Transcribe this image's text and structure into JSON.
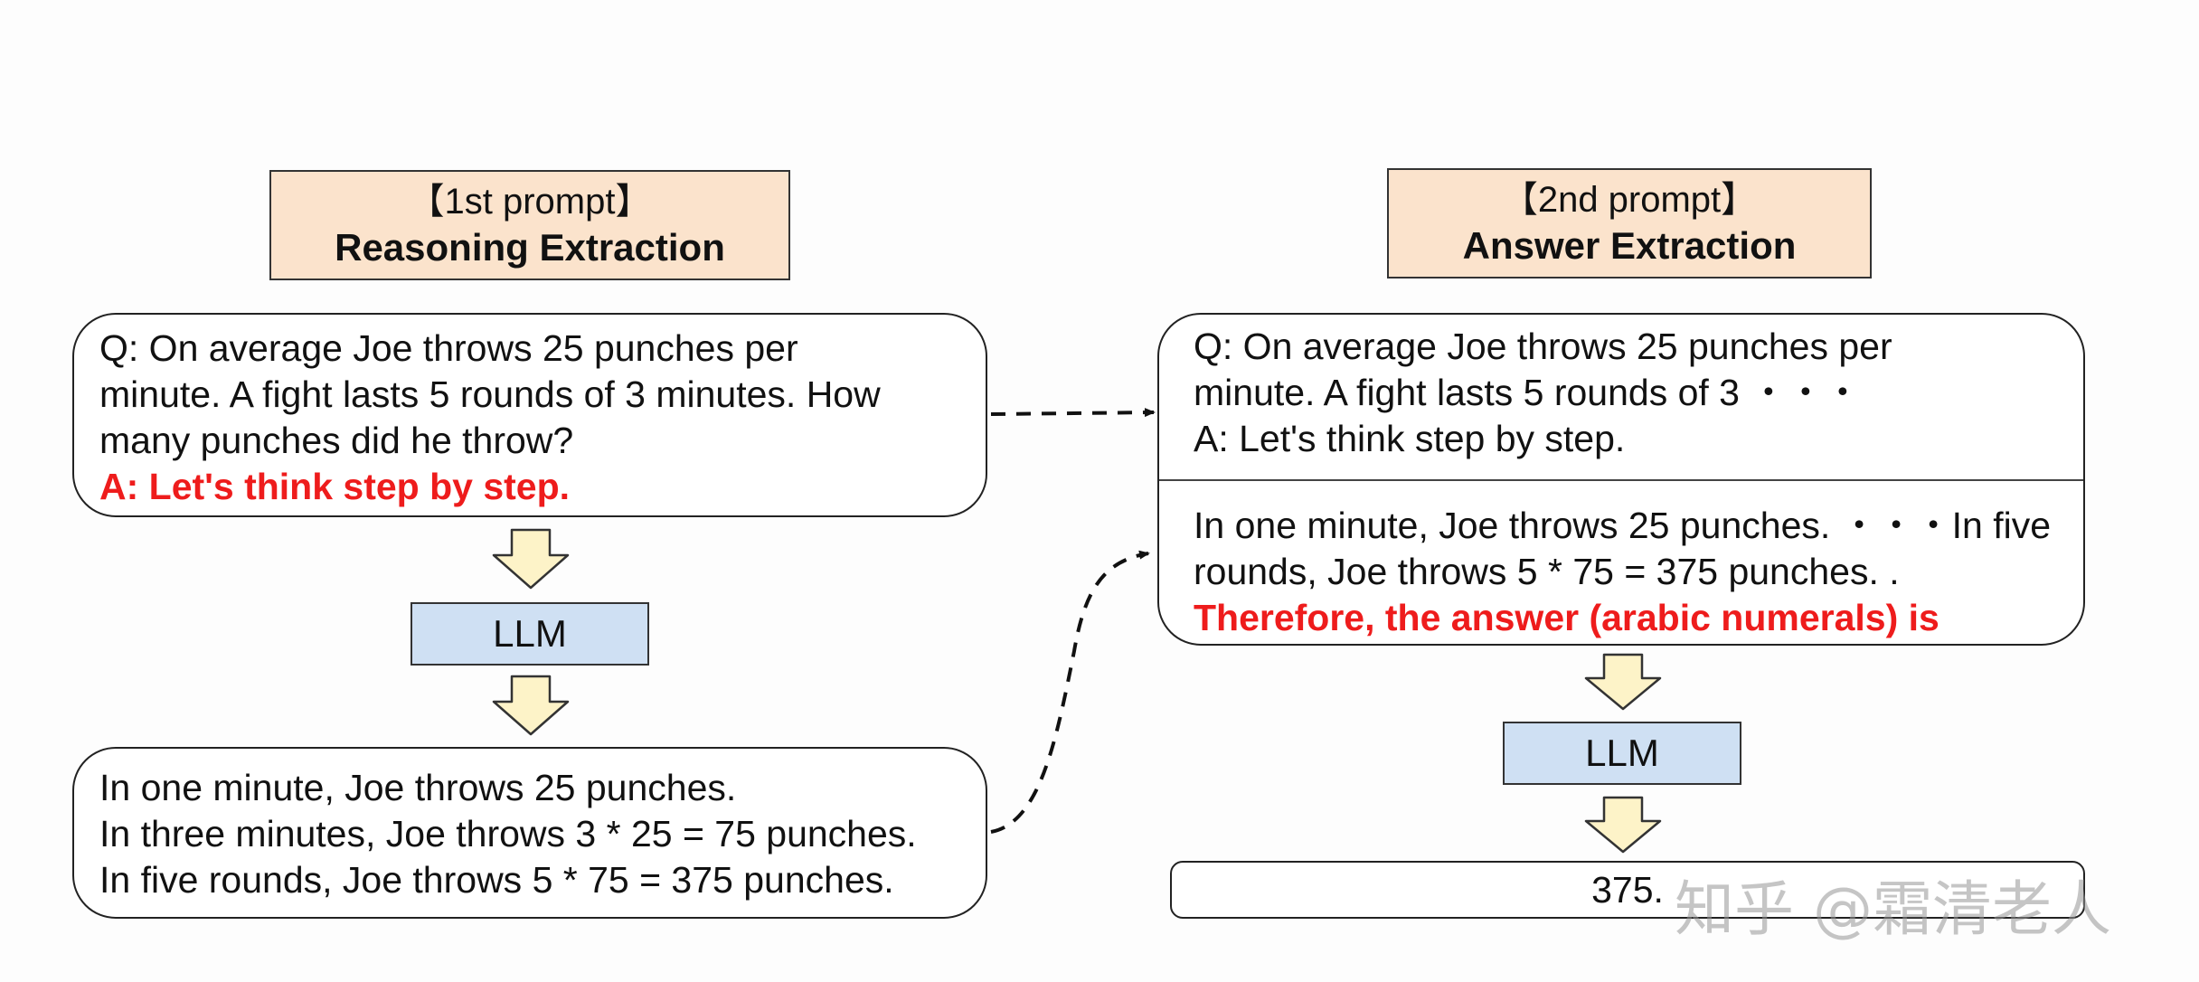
{
  "left": {
    "header": {
      "sub": "【1st prompt】",
      "main": "Reasoning Extraction"
    },
    "question_lines": [
      "Q: On average Joe throws 25 punches per",
      "minute.  A fight lasts 5 rounds of 3 minutes.  How",
      "many punches did he throw?"
    ],
    "trigger": "A: Let's think step by step.",
    "llm_label": "LLM",
    "output_lines": [
      "In one minute, Joe throws 25 punches.",
      "In three minutes, Joe throws 3 * 25 = 75 punches.",
      "In five rounds, Joe throws 5 * 75 = 375 punches."
    ]
  },
  "right": {
    "header": {
      "sub": "【2nd prompt】",
      "main": "Answer Extraction"
    },
    "question_lines": [
      "Q: On average Joe throws 25 punches per",
      "minute.  A fight lasts 5 rounds of 3 ・・・",
      "A: Let's think step by step."
    ],
    "reasoning_lines": [
      "In one minute, Joe throws 25 punches. ・・・In five",
      "rounds, Joe throws 5 * 75 = 375 punches. ."
    ],
    "trigger": "Therefore, the answer (arabic numerals) is",
    "llm_label": "LLM",
    "answer": "375."
  },
  "watermark": "知乎 @霜清老人",
  "colors": {
    "header_fill": "#fbe3cc",
    "llm_fill": "#cfe0f3",
    "arrow_fill": "#fdf3c8",
    "trigger_red": "#ee1c1c"
  }
}
